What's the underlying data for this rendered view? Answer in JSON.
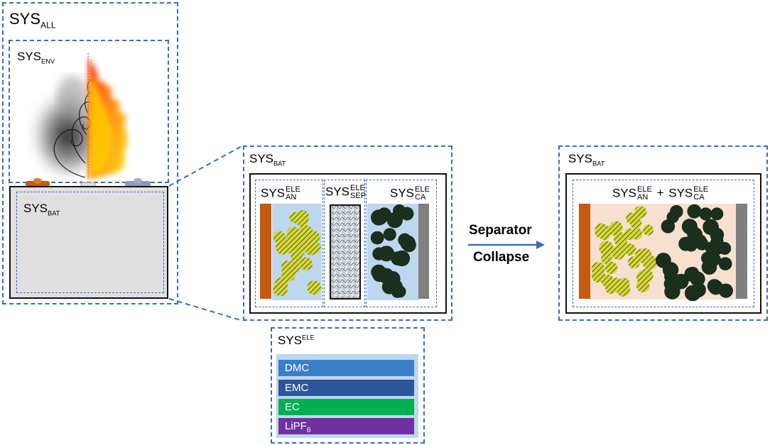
{
  "labels": {
    "sys_all": {
      "base": "SYS",
      "sub": "ALL"
    },
    "sys_env": {
      "base": "SYS",
      "sub": "ENV"
    },
    "sys_bat_left": {
      "base": "SYS",
      "sub": "BAT"
    },
    "sys_bat_mid": {
      "base": "SYS",
      "sub": "BAT"
    },
    "sys_bat_right": {
      "base": "SYS",
      "sub": "BAT"
    },
    "sys_an": {
      "base": "SYS",
      "sup": "ELE",
      "sub": "AN"
    },
    "sys_sep": {
      "base": "SYS",
      "sup": "ELE",
      "sub": "SEP"
    },
    "sys_ca": {
      "base": "SYS",
      "sup": "ELE",
      "sub": "CA"
    },
    "sys_an_r": {
      "base": "SYS",
      "sup": "ELE",
      "sub": "AN"
    },
    "plus": "+",
    "sys_ca_r": {
      "base": "SYS",
      "sup": "ELE",
      "sub": "CA"
    },
    "sys_ele": {
      "base": "SYS",
      "sup": "ELE"
    }
  },
  "arrow": {
    "line1": "Separator",
    "line2": "Collapse"
  },
  "electrolyte_components": [
    {
      "label": "DMC",
      "color": "#3a7fc8"
    },
    {
      "label": "EMC",
      "color": "#2e5597"
    },
    {
      "label": "EC",
      "color": "#00b050"
    },
    {
      "label": "LiPF",
      "sub": "6",
      "color": "#7030a0"
    }
  ],
  "colors": {
    "dashed_border": "#3a6cc0",
    "anode_collector": "#c55a11",
    "cathode_collector": "#7f7f7f",
    "electrolyte_bg": "#bdd7ee",
    "mixed_bg": "#f8e0d0",
    "anode_particle": "#c8cc30",
    "cathode_particle": "#1e3320",
    "cell_body": "#e0e0e0"
  }
}
